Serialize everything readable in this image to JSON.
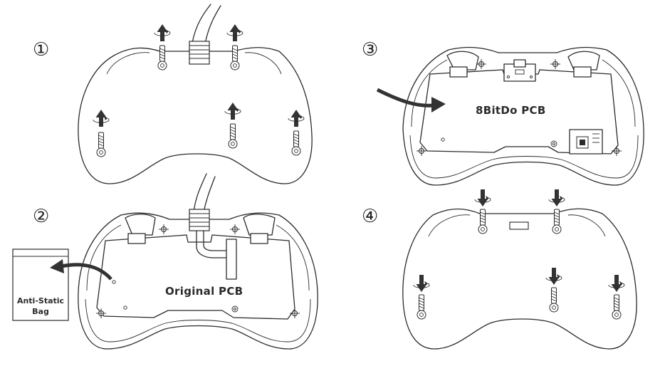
{
  "steps": [
    {
      "number": "①"
    },
    {
      "number": "②",
      "pcb_label": "Original PCB",
      "bag_label_line1": "Anti-Static",
      "bag_label_line2": "Bag"
    },
    {
      "number": "③",
      "pcb_label": "8BitDo PCB"
    },
    {
      "number": "④"
    }
  ],
  "colors": {
    "line": "#2b2b2b",
    "arrow": "#333333",
    "background": "#ffffff"
  }
}
